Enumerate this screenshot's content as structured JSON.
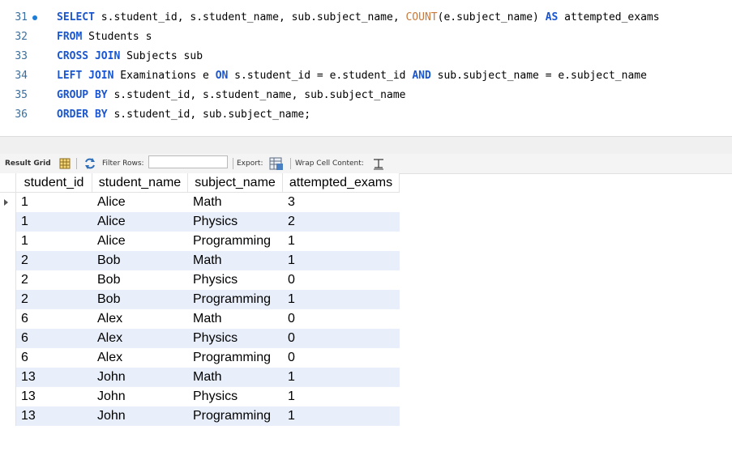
{
  "editor": {
    "lines": [
      {
        "no": "31",
        "active": true,
        "tokens": [
          {
            "t": "SELECT",
            "k": "kw"
          },
          {
            "t": " s.student_id, s.student_name, sub.subject_name, "
          },
          {
            "t": "COUNT",
            "k": "fn"
          },
          {
            "t": "(e.subject_name) "
          },
          {
            "t": "AS",
            "k": "kw"
          },
          {
            "t": " attempted_exams"
          }
        ]
      },
      {
        "no": "32",
        "tokens": [
          {
            "t": "FROM",
            "k": "kw"
          },
          {
            "t": " Students s"
          }
        ]
      },
      {
        "no": "33",
        "tokens": [
          {
            "t": "CROSS JOIN",
            "k": "kw"
          },
          {
            "t": " Subjects sub"
          }
        ]
      },
      {
        "no": "34",
        "tokens": [
          {
            "t": "LEFT JOIN",
            "k": "kw"
          },
          {
            "t": " Examinations e "
          },
          {
            "t": "ON",
            "k": "kw"
          },
          {
            "t": " s.student_id = e.student_id "
          },
          {
            "t": "AND",
            "k": "kw"
          },
          {
            "t": " sub.subject_name = e.subject_name"
          }
        ]
      },
      {
        "no": "35",
        "tokens": [
          {
            "t": "GROUP BY",
            "k": "kw"
          },
          {
            "t": " s.student_id, s.student_name, sub.subject_name"
          }
        ]
      },
      {
        "no": "36",
        "tokens": [
          {
            "t": "ORDER BY",
            "k": "kw"
          },
          {
            "t": " s.student_id, sub.subject_name;"
          }
        ]
      }
    ]
  },
  "toolbar": {
    "result_grid_label": "Result Grid",
    "filter_rows_label": "Filter Rows:",
    "filter_rows_value": "",
    "export_label": "Export:",
    "wrap_label": "Wrap Cell Content:"
  },
  "grid": {
    "columns": [
      "student_id",
      "student_name",
      "subject_name",
      "attempted_exams"
    ],
    "rows": [
      [
        "1",
        "Alice",
        "Math",
        "3"
      ],
      [
        "1",
        "Alice",
        "Physics",
        "2"
      ],
      [
        "1",
        "Alice",
        "Programming",
        "1"
      ],
      [
        "2",
        "Bob",
        "Math",
        "1"
      ],
      [
        "2",
        "Bob",
        "Physics",
        "0"
      ],
      [
        "2",
        "Bob",
        "Programming",
        "1"
      ],
      [
        "6",
        "Alex",
        "Math",
        "0"
      ],
      [
        "6",
        "Alex",
        "Physics",
        "0"
      ],
      [
        "6",
        "Alex",
        "Programming",
        "0"
      ],
      [
        "13",
        "John",
        "Math",
        "1"
      ],
      [
        "13",
        "John",
        "Physics",
        "1"
      ],
      [
        "13",
        "John",
        "Programming",
        "1"
      ]
    ]
  },
  "colors": {
    "keyword": "#1a56d0",
    "function": "#c87a3c",
    "line_number": "#3a6e9e",
    "row_alt": "#e8effa"
  }
}
